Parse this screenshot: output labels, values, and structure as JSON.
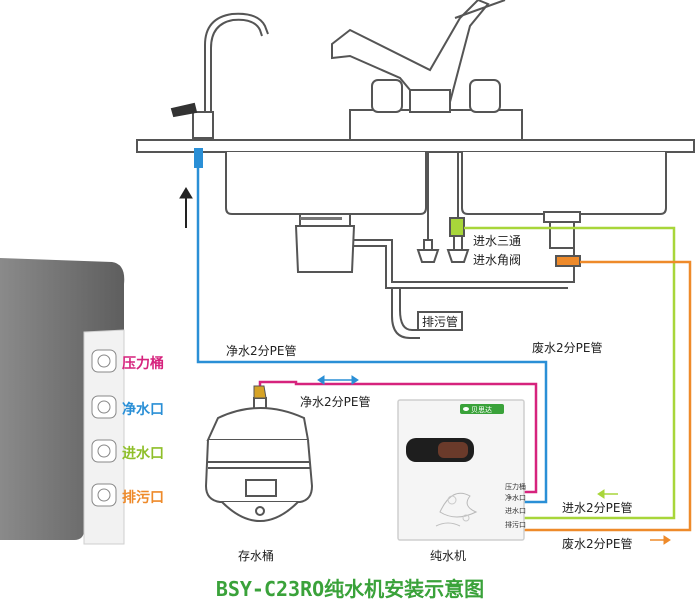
{
  "colors": {
    "pure_water": "#2a8fd6",
    "pressure_tank": "#d6237d",
    "inlet": "#a8d63a",
    "waste": "#ee8a2a",
    "outline": "#555555",
    "title": "#3aa23a"
  },
  "labels": {
    "inlet_tee": "进水三通",
    "inlet_valve": "进水角阀",
    "drain_pipe": "排污管",
    "pure_pe_top": "净水2分PE管",
    "waste_pe_top": "废水2分PE管",
    "pure_pe_tank": "净水2分PE管",
    "inlet_pe_bottom": "进水2分PE管",
    "waste_pe_bottom": "废水2分PE管",
    "storage_tank": "存水桶",
    "purifier": "纯水机"
  },
  "ports": [
    {
      "label": "压力桶",
      "color": "#d6237d"
    },
    {
      "label": "净水口",
      "color": "#2a8fd6"
    },
    {
      "label": "进水口",
      "color": "#a8d63a"
    },
    {
      "label": "排污口",
      "color": "#ee8a2a"
    }
  ],
  "machine_ports": [
    "压力桶",
    "净水口",
    "进水口",
    "排污口"
  ],
  "icons": {
    "flow_arrow_up": "arrow-up",
    "flow_left_right": "double-arrow",
    "brand_logo": "leaf-logo",
    "floral": "flower-decoration"
  },
  "title": "BSY-C23RO纯水机安装示意图"
}
